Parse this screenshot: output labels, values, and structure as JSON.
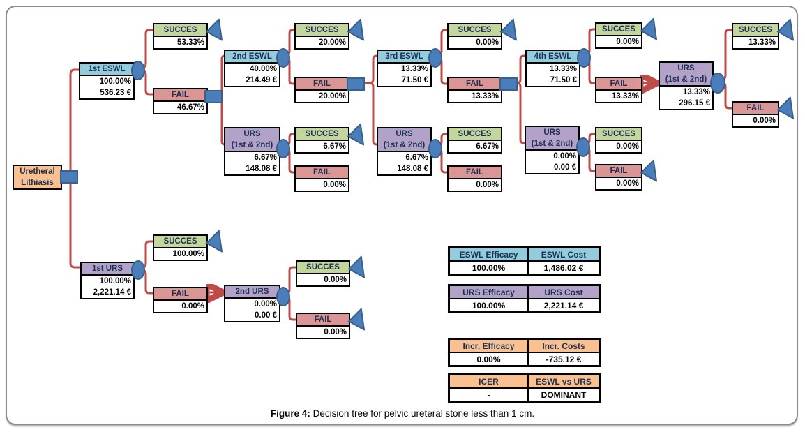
{
  "figure": {
    "caption_prefix": "Figure 4:",
    "caption_text": " Decision tree for pelvic ureteral stone less than 1 cm."
  },
  "colors": {
    "eswl_header": "#93CDDD",
    "urs_header": "#B3A2C7",
    "succes_header": "#C3D69B",
    "fail_header": "#D99694",
    "root_header": "#FAC08F",
    "connector_fill": "#4A7EBB",
    "connector_border": "#39618C",
    "branch_line": "#BE4B48",
    "border_black": "#000000",
    "frame_gray": "#8B8B8B"
  },
  "icons": {
    "chance_node": "ellipse",
    "decision_node": "rectangle",
    "terminal_node": "triangle-left"
  },
  "tree": {
    "root": {
      "label1": "Uretheral",
      "label2": "Lithiasis"
    },
    "eswl1": {
      "label": "1st ESWL",
      "pct": "100.00%",
      "cost": "536.23 €"
    },
    "eswl1_succes": {
      "label": "SUCCES",
      "pct": "53.33%"
    },
    "eswl1_fail": {
      "label": "FAIL",
      "pct": "46.67%"
    },
    "eswl2": {
      "label": "2nd ESWL",
      "pct": "40.00%",
      "cost": "214.49 €"
    },
    "eswl2_succes": {
      "label": "SUCCES",
      "pct": "20.00%"
    },
    "eswl2_fail": {
      "label": "FAIL",
      "pct": "20.00%"
    },
    "eswl3": {
      "label": "3rd ESWL",
      "pct": "13.33%",
      "cost": "71.50 €"
    },
    "eswl3_succes": {
      "label": "SUCCES",
      "pct": "0.00%"
    },
    "eswl3_fail": {
      "label": "FAIL",
      "pct": "13.33%"
    },
    "eswl4": {
      "label": "4th ESWL",
      "pct": "13.33%",
      "cost": "71.50 €"
    },
    "eswl4_succes": {
      "label": "SUCCES",
      "pct": "0.00%"
    },
    "eswl4_fail": {
      "label": "FAIL",
      "pct": "13.33%"
    },
    "urs1": {
      "label1": "URS",
      "label2": "(1st & 2nd)",
      "pct": "6.67%",
      "cost": "148.08 €"
    },
    "urs1_succes": {
      "label": "SUCCES",
      "pct": "6.67%"
    },
    "urs1_fail": {
      "label": "FAIL",
      "pct": "0.00%"
    },
    "urs2": {
      "label1": "URS",
      "label2": "(1st & 2nd)",
      "pct": "6.67%",
      "cost": "148.08 €"
    },
    "urs2_succes": {
      "label": "SUCCES",
      "pct": "6.67%"
    },
    "urs2_fail": {
      "label": "FAIL",
      "pct": "0.00%"
    },
    "urs3": {
      "label1": "URS",
      "label2": "(1st & 2nd)",
      "pct": "0.00%",
      "cost": "0.00 €"
    },
    "urs3_succes": {
      "label": "SUCCES",
      "pct": "0.00%"
    },
    "urs3_fail": {
      "label": "FAIL",
      "pct": "0.00%"
    },
    "urs4": {
      "label1": "URS",
      "label2": "(1st & 2nd)",
      "pct": "13.33%",
      "cost": "296.15 €"
    },
    "urs4_succes": {
      "label": "SUCCES",
      "pct": "13.33%"
    },
    "urs4_fail": {
      "label": "FAIL",
      "pct": "0.00%"
    },
    "urs_first": {
      "label": "1st URS",
      "pct": "100.00%",
      "cost": "2,221.14 €"
    },
    "ursf_succes": {
      "label": "SUCCES",
      "pct": "100.00%"
    },
    "ursf_fail": {
      "label": "FAIL",
      "pct": "0.00%"
    },
    "urs_second": {
      "label": "2nd URS",
      "pct": "0.00%",
      "cost": "0.00 €"
    },
    "urss_succes": {
      "label": "SUCCES",
      "pct": "0.00%"
    },
    "urss_fail": {
      "label": "FAIL",
      "pct": "0.00%"
    }
  },
  "tables": {
    "eswl": {
      "h1": "ESWL Efficacy",
      "h2": "ESWL Cost",
      "v1": "100.00%",
      "v2": "1,486.02 €"
    },
    "urs": {
      "h1": "URS Efficacy",
      "h2": "URS Cost",
      "v1": "100.00%",
      "v2": "2,221.14 €"
    },
    "incr": {
      "h1": "Incr. Efficacy",
      "h2": "Incr. Costs",
      "v1": "0.00%",
      "v2": "-735.12 €"
    },
    "icer": {
      "h1": "ICER",
      "h2": "ESWL vs URS",
      "v1": "-",
      "v2": "DOMINANT"
    }
  }
}
